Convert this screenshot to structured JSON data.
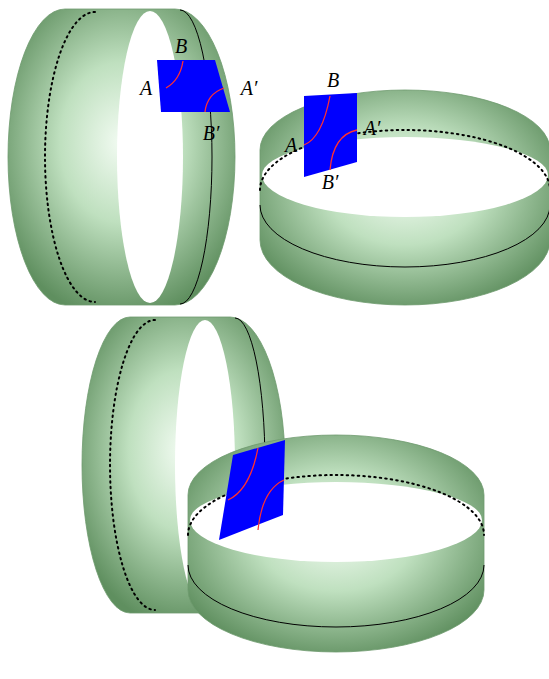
{
  "diagram": {
    "labels": [
      "A",
      "B",
      "A′",
      "B′",
      "B",
      "A",
      "A′",
      "B′"
    ]
  }
}
